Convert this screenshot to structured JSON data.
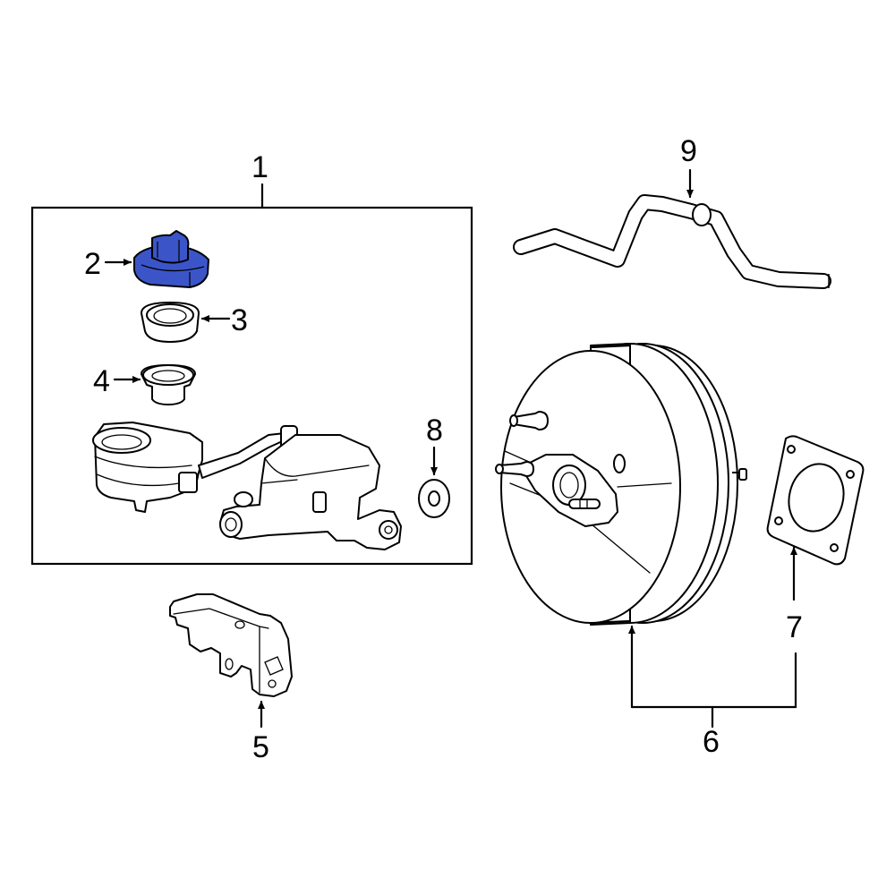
{
  "colors": {
    "highlight": "#3b55c9",
    "line": "#000000",
    "background": "#ffffff"
  },
  "callouts": {
    "c1": "1",
    "c2": "2",
    "c3": "3",
    "c4": "4",
    "c5": "5",
    "c6": "6",
    "c7": "7",
    "c8": "8",
    "c9": "9"
  }
}
